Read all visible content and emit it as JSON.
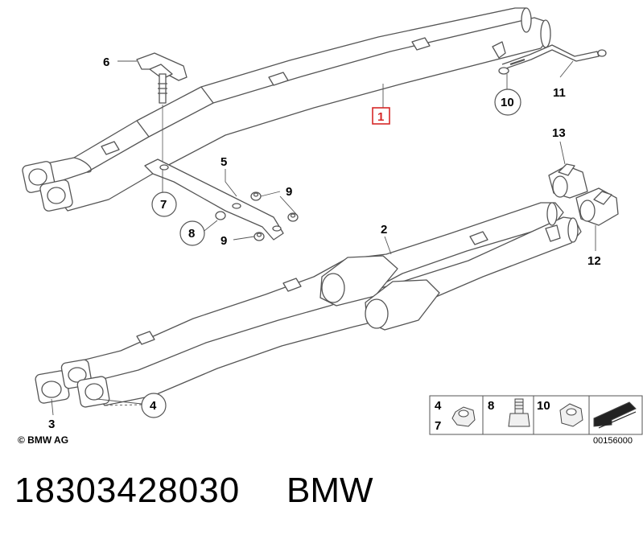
{
  "callouts": {
    "c1": "1",
    "c2": "2",
    "c3": "3",
    "c4": "4",
    "c5": "5",
    "c6": "6",
    "c7": "7",
    "c8": "8",
    "c9a": "9",
    "c9b": "9",
    "c10": "10",
    "c11": "11",
    "c12": "12",
    "c13": "13"
  },
  "legend": {
    "l4": "4",
    "l7": "7",
    "l8": "8",
    "l10": "10",
    "code": "00156000"
  },
  "copyright": "© BMW AG",
  "footer": {
    "part_number": "18303428030",
    "brand": "BMW"
  },
  "colors": {
    "line": "#555555",
    "highlight": "#d62828",
    "legend_bg": "#f4f4f4"
  }
}
